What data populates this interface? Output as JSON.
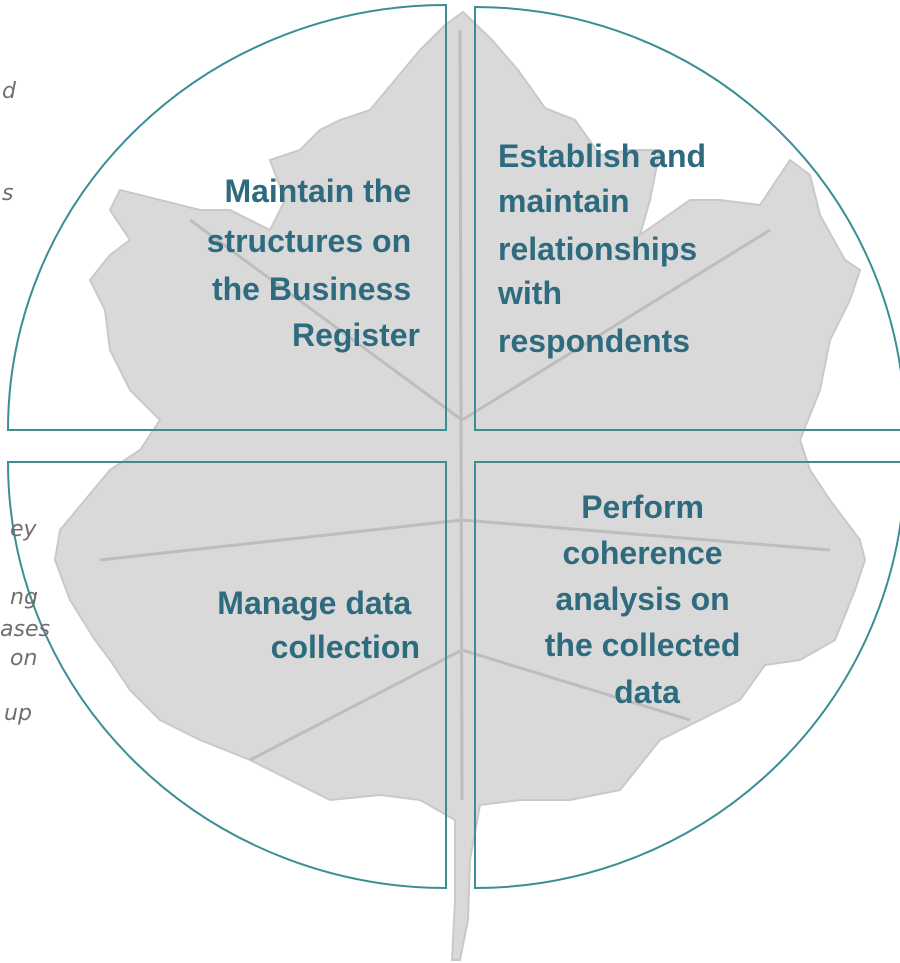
{
  "colors": {
    "circle_outline": "#3b8f94",
    "quadrant_text": "#2e6b7f",
    "leaf_fill": "#d9d9d9",
    "leaf_vein": "#bdbdbd",
    "side_text": "#6f6f6f"
  },
  "quadrants": {
    "top_left": {
      "label": "Maintain the structures on the Business Register",
      "lines": [
        "Maintain the",
        "structures on",
        "the Business",
        "Register"
      ]
    },
    "top_right": {
      "label": "Establish and maintain relationships with respondents",
      "lines": [
        "Establish and",
        "maintain",
        "relationships",
        "with",
        "respondents"
      ]
    },
    "bottom_left": {
      "label": "Manage data collection",
      "lines": [
        "Manage data",
        "collection"
      ]
    },
    "bottom_right": {
      "label": "Perform coherence analysis on the collected data",
      "lines": [
        "Perform",
        "coherence",
        "analysis on",
        "the collected",
        "data"
      ]
    }
  },
  "side_fragments": [
    "d",
    "s",
    "ey",
    "ng",
    "ases",
    "on",
    "up"
  ],
  "background_image": "maple-leaf"
}
